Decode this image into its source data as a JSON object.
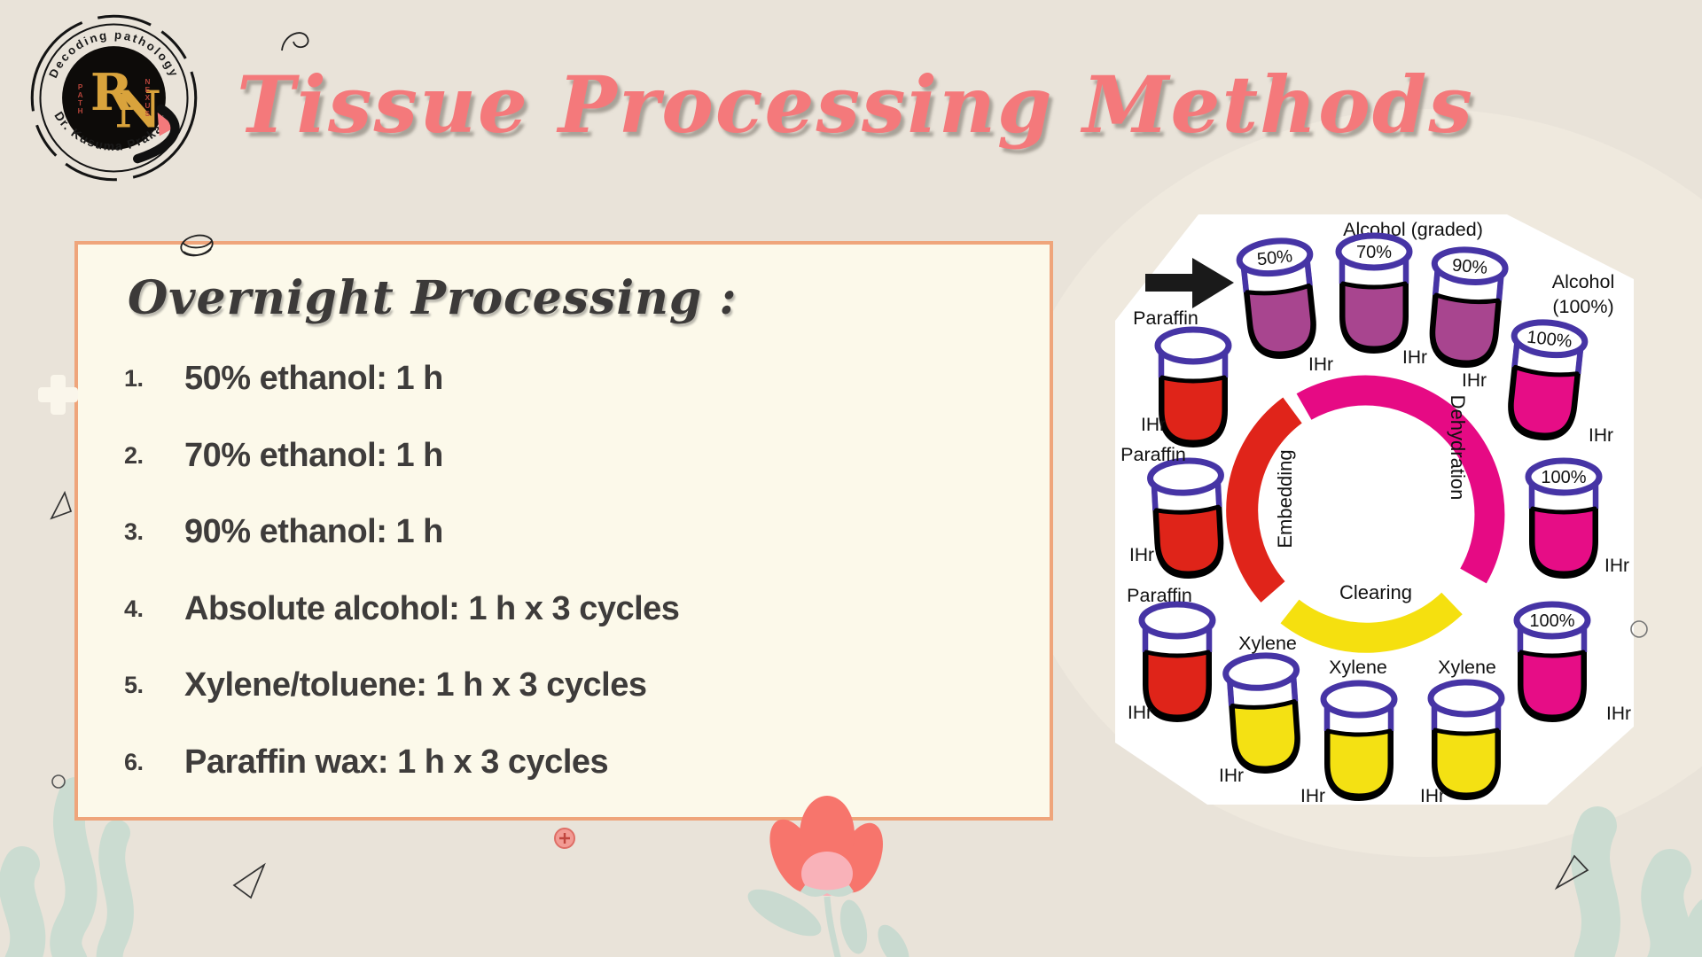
{
  "slide": {
    "title": "Tissue Processing Methods"
  },
  "logo": {
    "arc_top_text": "Decoding pathology",
    "arc_bottom_text": "Dr. Kusuma Prakash",
    "monogram_left": "R",
    "monogram_right": "N",
    "vertical_left": "PATH",
    "vertical_right": "NEXUS"
  },
  "panel": {
    "heading": "Overnight Processing :",
    "items": [
      {
        "number": "1.",
        "text": "50% ethanol: 1 h"
      },
      {
        "number": "2.",
        "text": "70% ethanol: 1 h"
      },
      {
        "number": "3.",
        "text": "90% ethanol: 1 h"
      },
      {
        "number": "4.",
        "text": "Absolute alcohol: 1 h x 3 cycles"
      },
      {
        "number": "5.",
        "text": "Xylene/toluene: 1 h x 3 cycles"
      },
      {
        "number": "6.",
        "text": "Paraffin wax: 1 h x 3 cycles"
      }
    ]
  },
  "diagram": {
    "group_labels": {
      "graded": "Alcohol (graded)",
      "absolute_line1": "Alcohol",
      "absolute_line2": "(100%)"
    },
    "stages": [
      {
        "name": "Dehydration",
        "color": "#E60A84"
      },
      {
        "name": "Clearing",
        "color": "#F5E00F"
      },
      {
        "name": "Embedding",
        "color": "#E0241A"
      }
    ],
    "jars": [
      {
        "id": "jar-50",
        "label": "50%",
        "name_label": "",
        "time": "IHr",
        "color": "purple"
      },
      {
        "id": "jar-70",
        "label": "70%",
        "name_label": "",
        "time": "IHr",
        "color": "purple"
      },
      {
        "id": "jar-90",
        "label": "90%",
        "name_label": "",
        "time": "IHr",
        "color": "purple"
      },
      {
        "id": "jar-100a",
        "label": "100%",
        "name_label": "",
        "time": "IHr",
        "color": "magenta"
      },
      {
        "id": "jar-100b",
        "label": "100%",
        "name_label": "",
        "time": "IHr",
        "color": "magenta"
      },
      {
        "id": "jar-100c",
        "label": "100%",
        "name_label": "",
        "time": "IHr",
        "color": "magenta"
      },
      {
        "id": "jar-xylene-r",
        "label": "",
        "name_label": "Xylene",
        "time": "IHr",
        "color": "yellow"
      },
      {
        "id": "jar-xylene-m",
        "label": "",
        "name_label": "Xylene",
        "time": "IHr",
        "color": "yellow"
      },
      {
        "id": "jar-xylene-l",
        "label": "",
        "name_label": "Xylene",
        "time": "IHr",
        "color": "yellow"
      },
      {
        "id": "jar-paraffin-b",
        "label": "",
        "name_label": "Paraffin",
        "time": "IHr",
        "color": "red"
      },
      {
        "id": "jar-paraffin-m",
        "label": "",
        "name_label": "Paraffin",
        "time": "IHr",
        "color": "red"
      },
      {
        "id": "jar-paraffin-t",
        "label": "",
        "name_label": "Paraffin",
        "time": "IHr",
        "color": "red"
      }
    ],
    "colors": {
      "purple": "#A8458F",
      "magenta": "#E60D86",
      "red": "#DF2419",
      "yellow": "#F4E113",
      "rim": "#4634A5"
    }
  },
  "theme": {
    "background": "#E9E3D9",
    "blob": "#EFE9DE",
    "panel_bg": "#FCF9EA",
    "panel_border": "#EFA57B",
    "title_color": "#F4797B",
    "text_color": "#3E3C3B",
    "leaf_color": "#CBDCD1",
    "flower_coral": "#F7756C",
    "flower_pink": "#F9B2B9",
    "logo_gold": "#D9A33C",
    "logo_red": "#B5443A"
  }
}
